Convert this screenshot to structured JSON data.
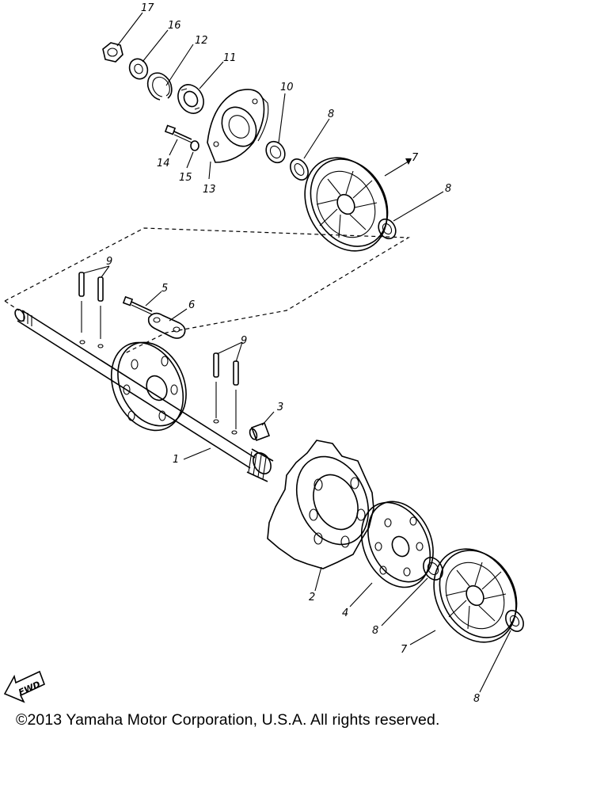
{
  "callouts": {
    "c17": "17",
    "c16": "16",
    "c12": "12",
    "c11": "11",
    "c10": "10",
    "c8a": "8",
    "c7a": "7",
    "c8b": "8",
    "c14": "14",
    "c15": "15",
    "c13": "13",
    "c9a": "9",
    "c5": "5",
    "c6": "6",
    "c9b": "9",
    "c3": "3",
    "c1": "1",
    "c2": "2",
    "c4": "4",
    "c8c": "8",
    "c7b": "7",
    "c8d": "8"
  },
  "fwd_label": "FWD",
  "copyright": "©2013 Yamaha Motor Corporation, U.S.A. All rights reserved."
}
